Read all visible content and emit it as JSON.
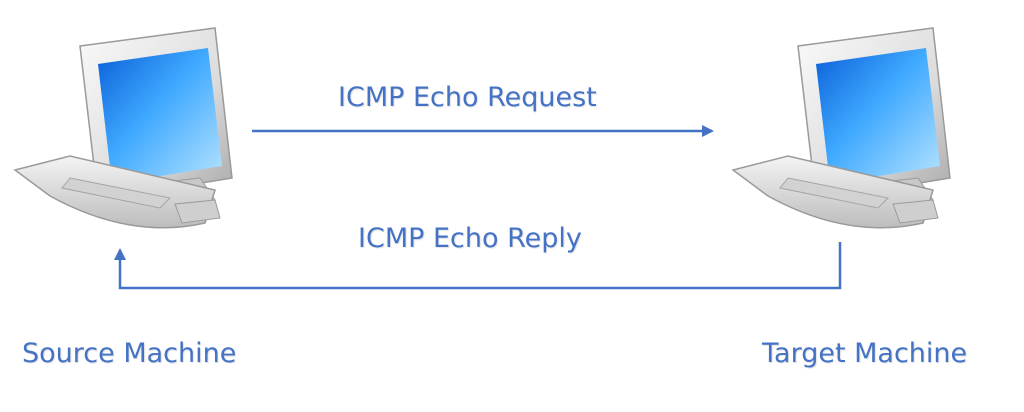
{
  "labels": {
    "request": "ICMP Echo Request",
    "reply": "ICMP Echo Reply",
    "source": "Source Machine",
    "target": "Target Machine"
  },
  "colors": {
    "arrow": "#4472c4",
    "text": "#4472c4",
    "screen": "#1e90ff"
  },
  "icons": [
    "computer-icon",
    "computer-icon"
  ]
}
